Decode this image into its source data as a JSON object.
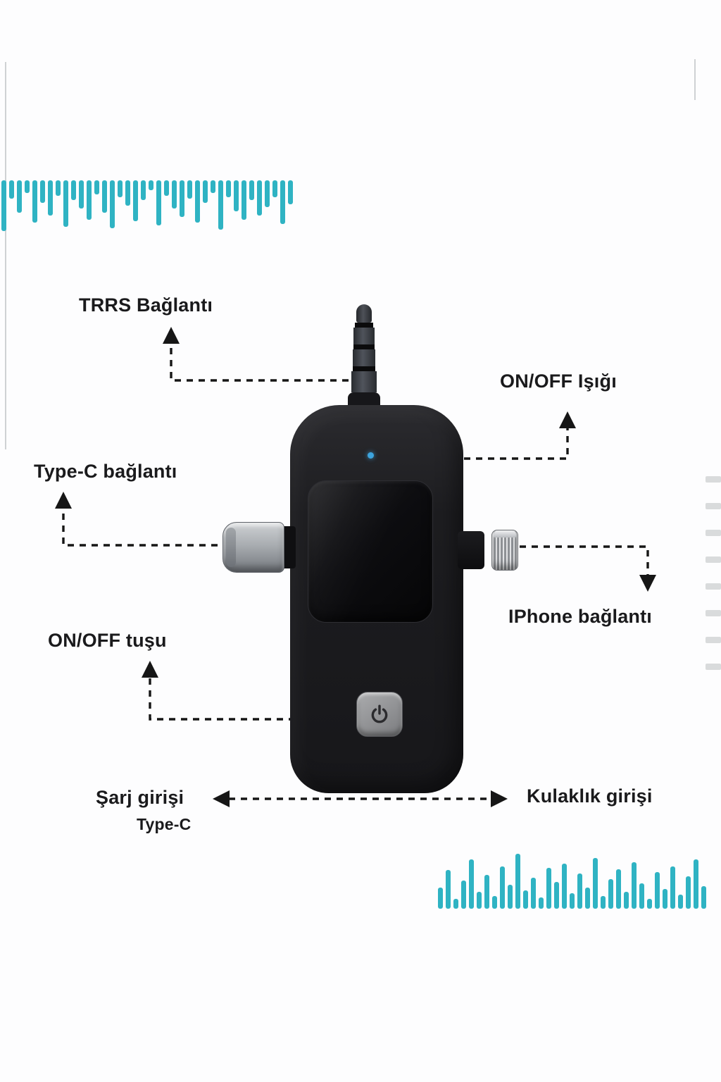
{
  "colors": {
    "accent": "#2fb3c3",
    "label": "#1a1a1c"
  },
  "labels": {
    "trrs": "TRRS Bağlantı",
    "onoff_light": "ON/OFF Işığı",
    "typec": "Type-C bağlantı",
    "iphone": "IPhone bağlantı",
    "onoff_button": "ON/OFF tuşu",
    "charge": "Şarj girişi",
    "charge_type": "Type-C",
    "headphone": "Kulaklık girişi"
  },
  "decor": {
    "top_wave": [
      72,
      26,
      46,
      18,
      60,
      32,
      50,
      22,
      66,
      28,
      40,
      56,
      20,
      46,
      68,
      24,
      36,
      58,
      28,
      14,
      64,
      22,
      40,
      52,
      26,
      60,
      32,
      18,
      70,
      24,
      44,
      56,
      28,
      50,
      38,
      24,
      62,
      34
    ],
    "bottom_wave": [
      30,
      55,
      14,
      40,
      70,
      24,
      48,
      18,
      60,
      34,
      78,
      26,
      44,
      16,
      58,
      38,
      64,
      22,
      50,
      30,
      72,
      18,
      42,
      56,
      24,
      66,
      36,
      14,
      52,
      28,
      60,
      20,
      46,
      70,
      32
    ]
  }
}
